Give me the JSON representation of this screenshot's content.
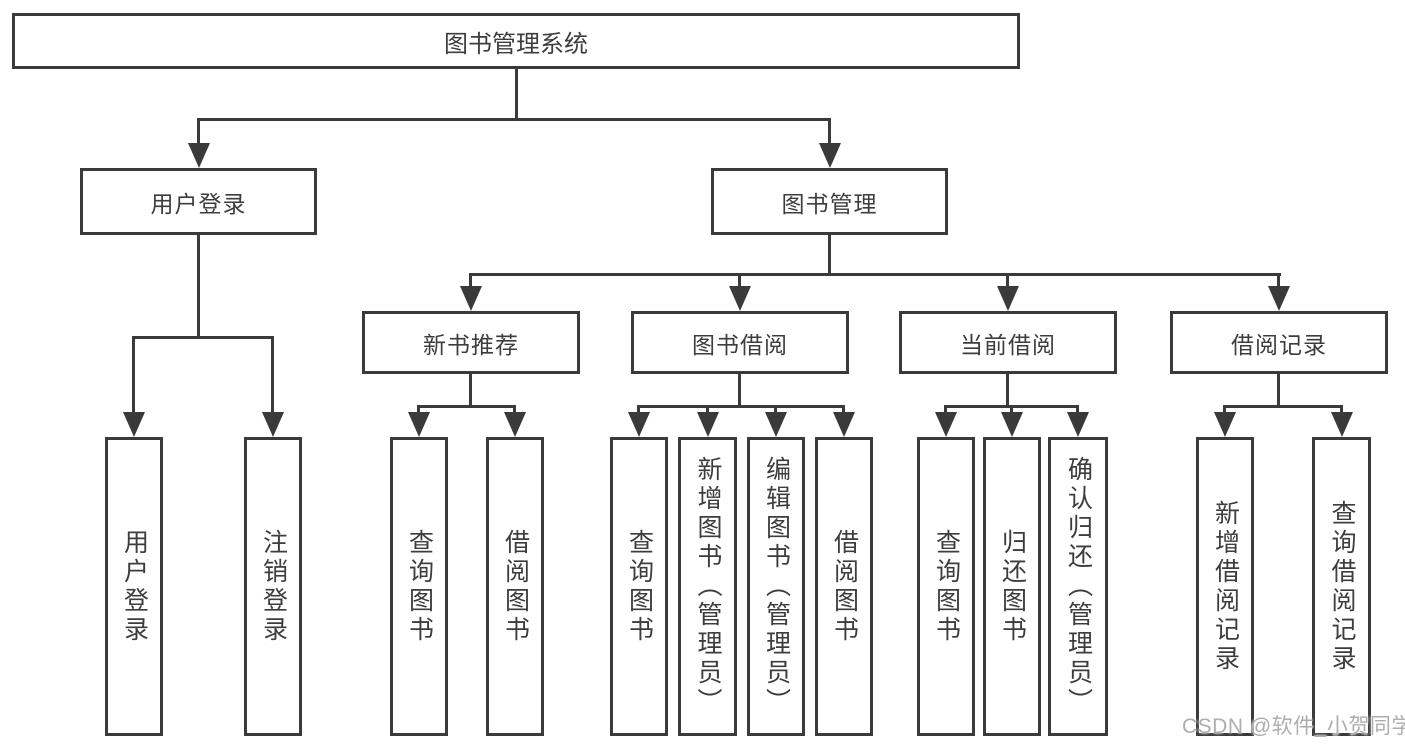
{
  "diagram": {
    "root": "图书管理系统",
    "level2": [
      "用户登录",
      "图书管理"
    ],
    "level3": [
      "新书推荐",
      "图书借阅",
      "当前借阅",
      "借阅记录"
    ],
    "leaves_user_login": [
      "用户登录",
      "注销登录"
    ],
    "leaves_new_books": [
      "查询图书",
      "借阅图书"
    ],
    "leaves_book_borrow": [
      "查询图书",
      "新增图书（管理员）",
      "编辑图书（管理员）",
      "借阅图书"
    ],
    "leaves_current_borrow": [
      "查询图书",
      "归还图书",
      "确认归还（管理员）"
    ],
    "leaves_borrow_records": [
      "新增借阅记录",
      "查询借阅记录"
    ]
  },
  "watermark": "CSDN @软件_小贺同学",
  "colors": {
    "line": "#3a3a3a",
    "background": "#ffffff",
    "text": "#3d3d3d",
    "watermark": "#aeaeae"
  }
}
